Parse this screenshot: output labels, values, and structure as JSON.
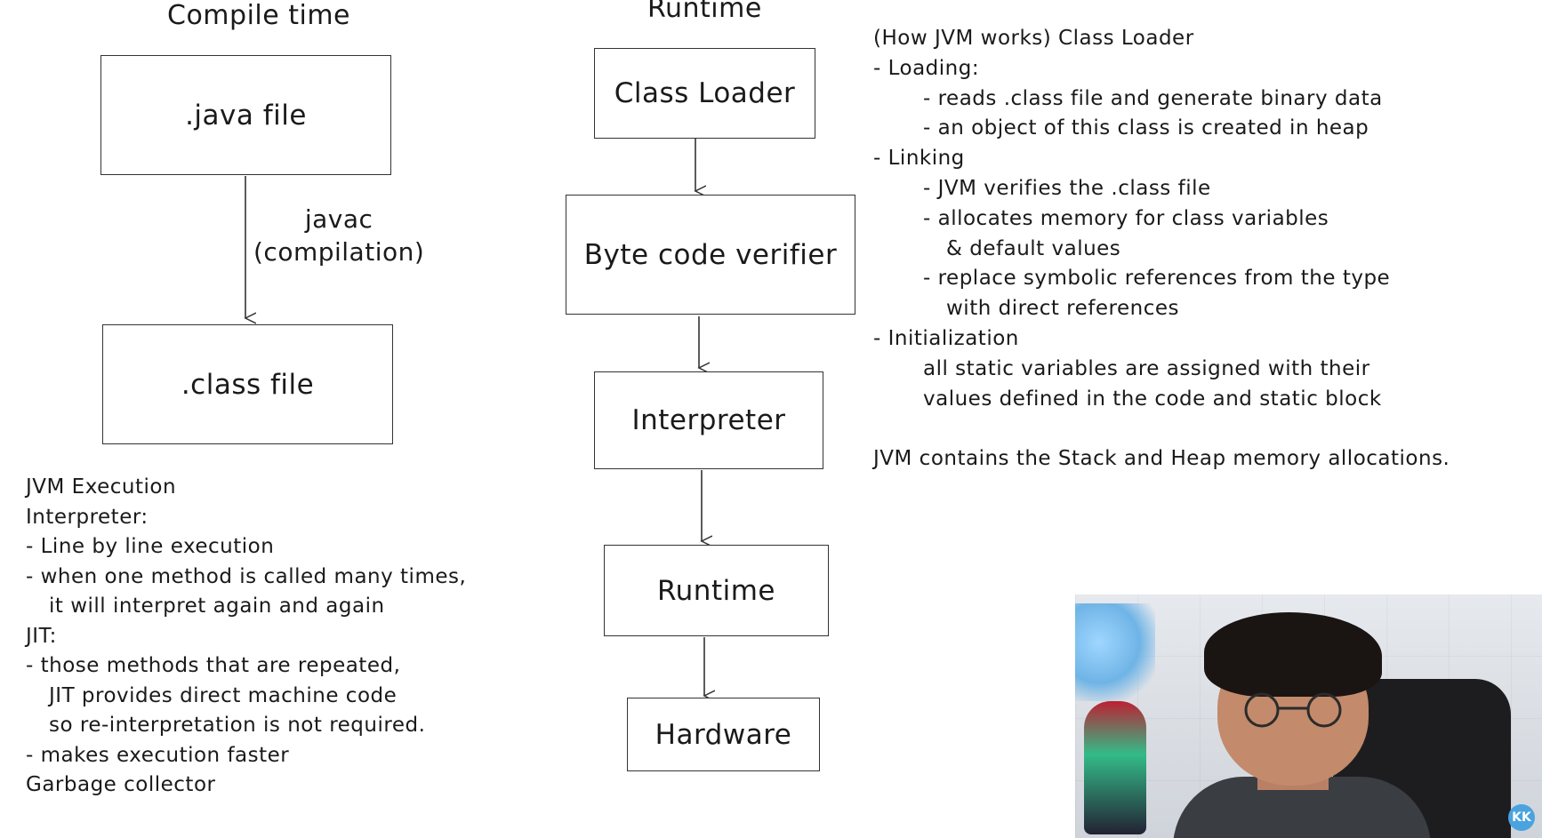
{
  "compile": {
    "title": "Compile time",
    "java_box": ".java file",
    "edge_label_1": "javac",
    "edge_label_2": "(compilation)",
    "class_box": ".class file"
  },
  "runtime": {
    "title": "Runtime",
    "boxes": [
      "Class Loader",
      "Byte code verifier",
      "Interpreter",
      "Runtime",
      "Hardware"
    ]
  },
  "jvm_execution": {
    "lines": [
      "JVM Execution",
      "Interpreter:",
      "- Line by line execution",
      "- when one method is called many times,",
      "it will interpret again and again",
      "JIT:",
      "- those methods that are repeated,",
      "JIT provides direct machine code",
      "so re-interpretation is not required.",
      "- makes execution faster",
      "Garbage collector"
    ]
  },
  "class_loader_notes": {
    "heading": "(How JVM works) Class Loader",
    "loading": "- Loading:",
    "loading_items": [
      "- reads .class file and generate binary data",
      "- an object of this class is created in heap"
    ],
    "linking": "- Linking",
    "linking_items": [
      "- JVM verifies the .class file",
      "- allocates memory for class variables",
      "& default values",
      "- replace symbolic references from the type",
      "with direct references"
    ],
    "initialization": "- Initialization",
    "initialization_items": [
      "all static variables are assigned with their",
      "values defined in the code and static block"
    ],
    "summary": "JVM contains the Stack and Heap memory allocations."
  },
  "webcam": {
    "badge_icon": "kk-logo-icon",
    "badge_text": "KK"
  }
}
